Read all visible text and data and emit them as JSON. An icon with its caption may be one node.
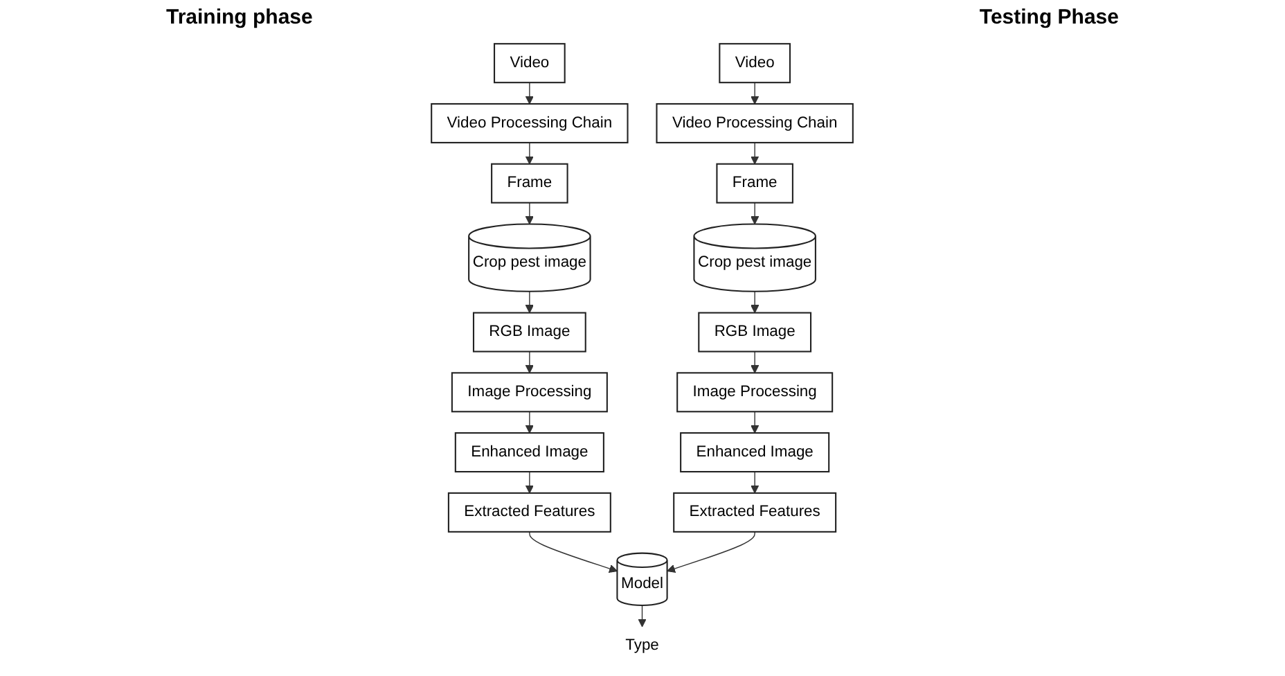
{
  "diagram": {
    "nodes": [
      {
        "text": [
          "Video"
        ]
      },
      {
        "text": [
          "Video Processing Chain"
        ]
      },
      {
        "text": [
          "Frame"
        ]
      },
      {
        "text": [
          "Crop pest image"
        ]
      },
      {
        "text": [
          "RGB Image"
        ]
      },
      {
        "text": [
          "Image Processing"
        ]
      },
      {
        "text": [
          "Enhanced Image"
        ]
      },
      {
        "text": [
          "Extracted Features"
        ]
      },
      {
        "text": [
          "Model"
        ]
      },
      {
        "text": [
          "Type"
        ]
      },
      {
        "text": [
          "Video"
        ]
      },
      {
        "text": [
          "Video Processing Chain"
        ]
      },
      {
        "text": [
          "Frame"
        ]
      },
      {
        "text": [
          "Crop pest image"
        ]
      },
      {
        "text": [
          "RGB Image"
        ]
      },
      {
        "text": [
          "Image Processing"
        ]
      },
      {
        "text": [
          "Enhanced Image"
        ]
      },
      {
        "text": [
          "Extracted Features"
        ]
      }
    ],
    "edges": [
      {
        "from": 0,
        "to": 1,
        "arrow": "to"
      },
      {
        "from": 1,
        "to": 2,
        "arrow": "to"
      },
      {
        "from": 2,
        "to": 3,
        "arrow": "to"
      },
      {
        "from": 3,
        "to": 4,
        "arrow": "to"
      },
      {
        "from": 4,
        "to": 5,
        "arrow": "to"
      },
      {
        "from": 5,
        "to": 6,
        "arrow": "to"
      },
      {
        "from": 6,
        "to": 7,
        "arrow": "to"
      },
      {
        "from": 7,
        "to": 8,
        "arrow": "to"
      },
      {
        "from": 8,
        "to": 9,
        "arrow": "to"
      },
      {
        "from": 10,
        "to": 11,
        "arrow": "to"
      },
      {
        "from": 11,
        "to": 12,
        "arrow": "to"
      },
      {
        "from": 12,
        "to": 13,
        "arrow": "to"
      },
      {
        "from": 13,
        "to": 14,
        "arrow": "to"
      },
      {
        "from": 14,
        "to": 15,
        "arrow": "to"
      },
      {
        "from": 15,
        "to": 16,
        "arrow": "to"
      },
      {
        "from": 16,
        "to": 17,
        "arrow": "to"
      },
      {
        "from": 17,
        "to": 8,
        "arrow": "to"
      }
    ],
    "labels": [
      "Training phase",
      "Testing Phase"
    ]
  }
}
